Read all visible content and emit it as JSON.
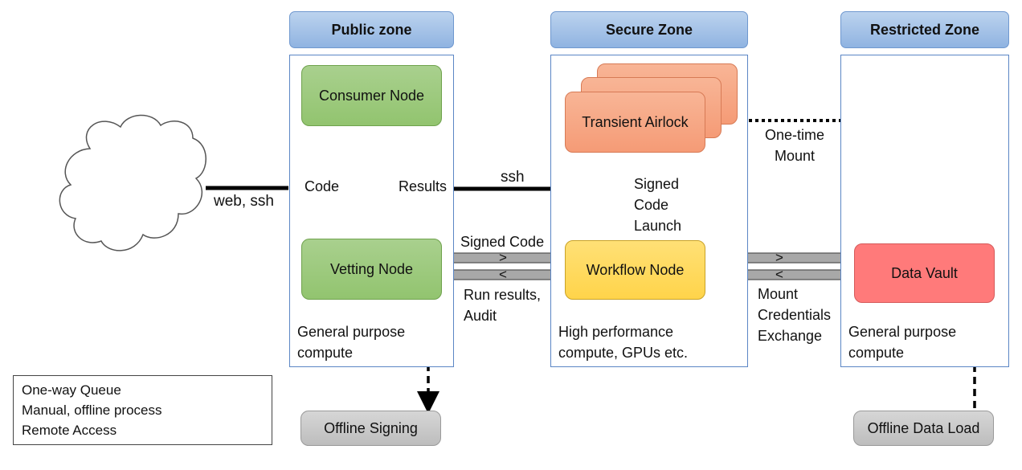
{
  "zones": [
    {
      "title": "Public zone",
      "caption_line1": "General purpose",
      "caption_line2": "compute"
    },
    {
      "title": "Secure Zone",
      "caption_line1": "High performance",
      "caption_line2": "compute, GPUs etc."
    },
    {
      "title": "Restricted Zone",
      "caption_line1": "General purpose",
      "caption_line2": "compute"
    }
  ],
  "nodes": {
    "consumer": "Consumer Node",
    "vetting": "Vetting Node",
    "airlock": "Transient Airlock",
    "workflow": "Workflow Node",
    "vault": "Data Vault",
    "offline_signing": "Offline Signing",
    "offline_load": "Offline Data Load"
  },
  "labels": {
    "web_ssh": "web, ssh",
    "code": "Code",
    "results": "Results",
    "ssh": "ssh",
    "signed_code": "Signed Code",
    "run_results_1": "Run results,",
    "run_results_2": "Audit",
    "signed_code_launch_1": "Signed",
    "signed_code_launch_2": "Code",
    "signed_code_launch_3": "Launch",
    "one_time_1": "One-time",
    "one_time_2": "Mount",
    "mount_1": "Mount",
    "mount_2": "Credentials",
    "mount_3": "Exchange",
    "queue_v": "v",
    "queue_caret": "^",
    "queue_gt": ">",
    "queue_lt": "<"
  },
  "legend": {
    "one_way_queue": "One-way Queue",
    "manual_process": "Manual, offline process",
    "remote_access": "Remote  Access",
    "queue_symbol": ">"
  }
}
